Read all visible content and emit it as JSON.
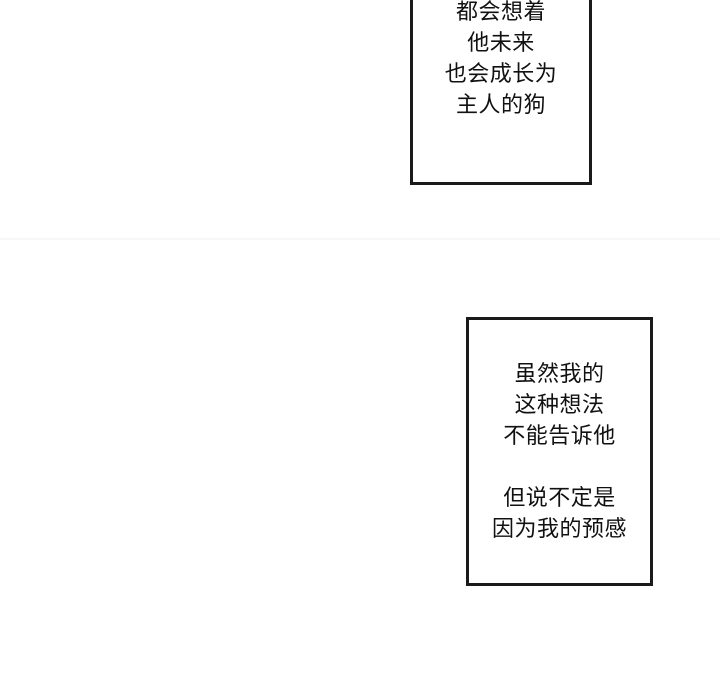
{
  "panels": [
    {
      "caption_lines": [
        "都会想着",
        "他未来",
        "也会成长为",
        "主人的狗"
      ]
    },
    {
      "caption_paragraphs": [
        [
          "虽然我的",
          "这种想法",
          "不能告诉他"
        ],
        [
          "但说不定是",
          "因为我的预感"
        ]
      ]
    }
  ]
}
